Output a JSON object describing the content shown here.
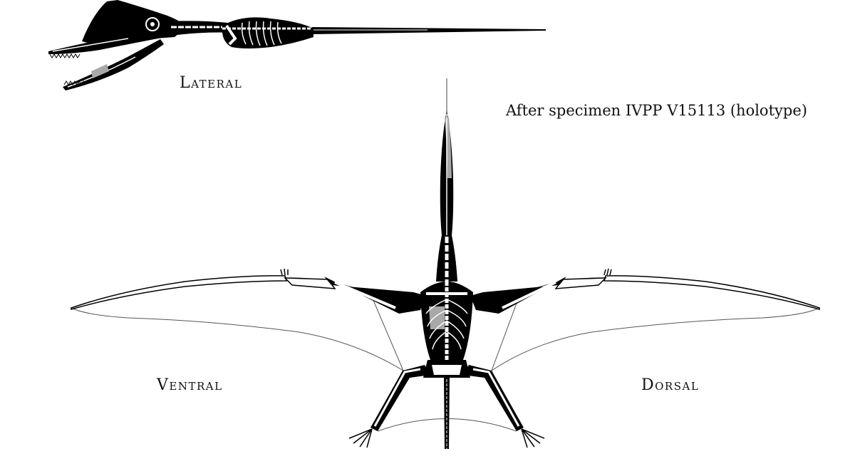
{
  "labels": {
    "lateral": "Lateral",
    "ventral": "Ventral",
    "dorsal": "Dorsal"
  },
  "caption": "After specimen IVPP V15113 (holotype)",
  "colors": {
    "background": "#ffffff",
    "silhouette": "#000000",
    "bone": "#ffffff",
    "missing_bone": "#a8a8a8",
    "membrane_outline": "#555555"
  }
}
